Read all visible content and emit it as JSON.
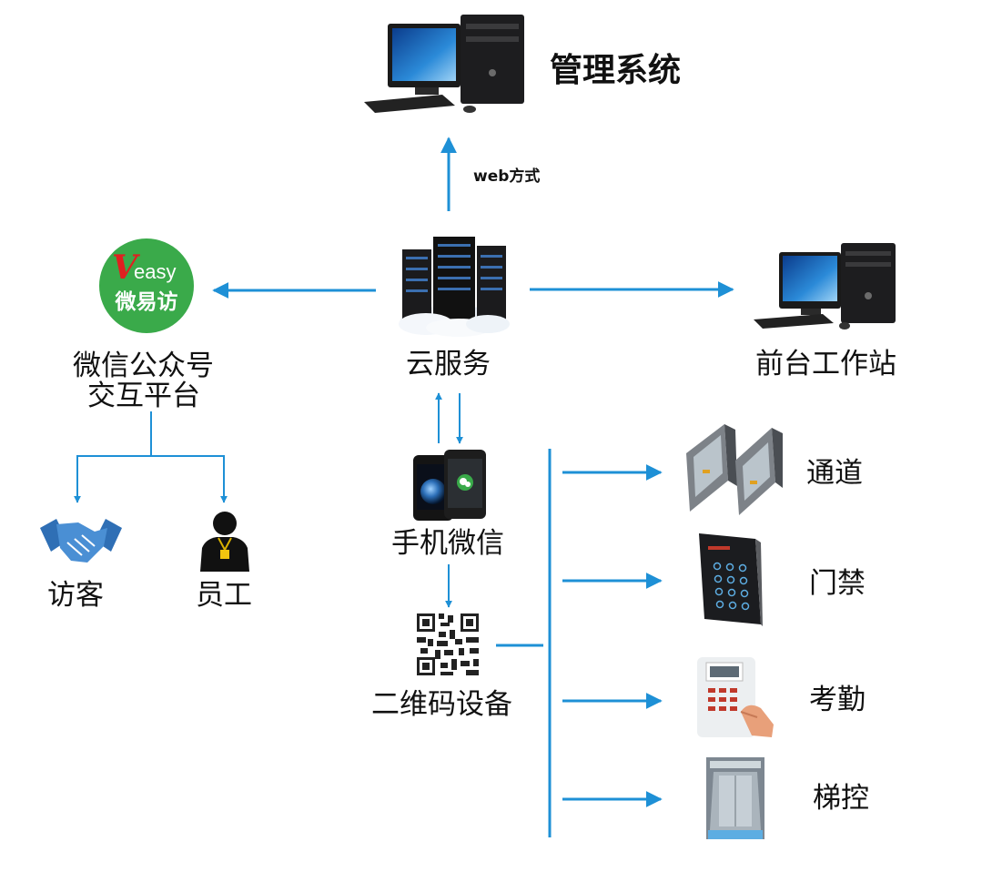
{
  "management": {
    "title": "管理系统",
    "link_label": "web方式"
  },
  "cloud": {
    "label": "云服务"
  },
  "wechat_platform": {
    "logo_word": "Veasy",
    "logo_cn": "微易访",
    "line1": "微信公众号",
    "line2": "交互平台"
  },
  "front_desk": {
    "label": "前台工作站"
  },
  "visitor": {
    "label": "访客"
  },
  "employee": {
    "label": "员工"
  },
  "phone": {
    "label": "手机微信"
  },
  "qr_device": {
    "label": "二维码设备"
  },
  "devices": [
    {
      "label": "通道"
    },
    {
      "label": "门禁"
    },
    {
      "label": "考勤"
    },
    {
      "label": "梯控"
    }
  ],
  "colors": {
    "arrow": "#1e90d6",
    "logo_green": "#3aaa4a",
    "logo_red": "#e02020"
  }
}
